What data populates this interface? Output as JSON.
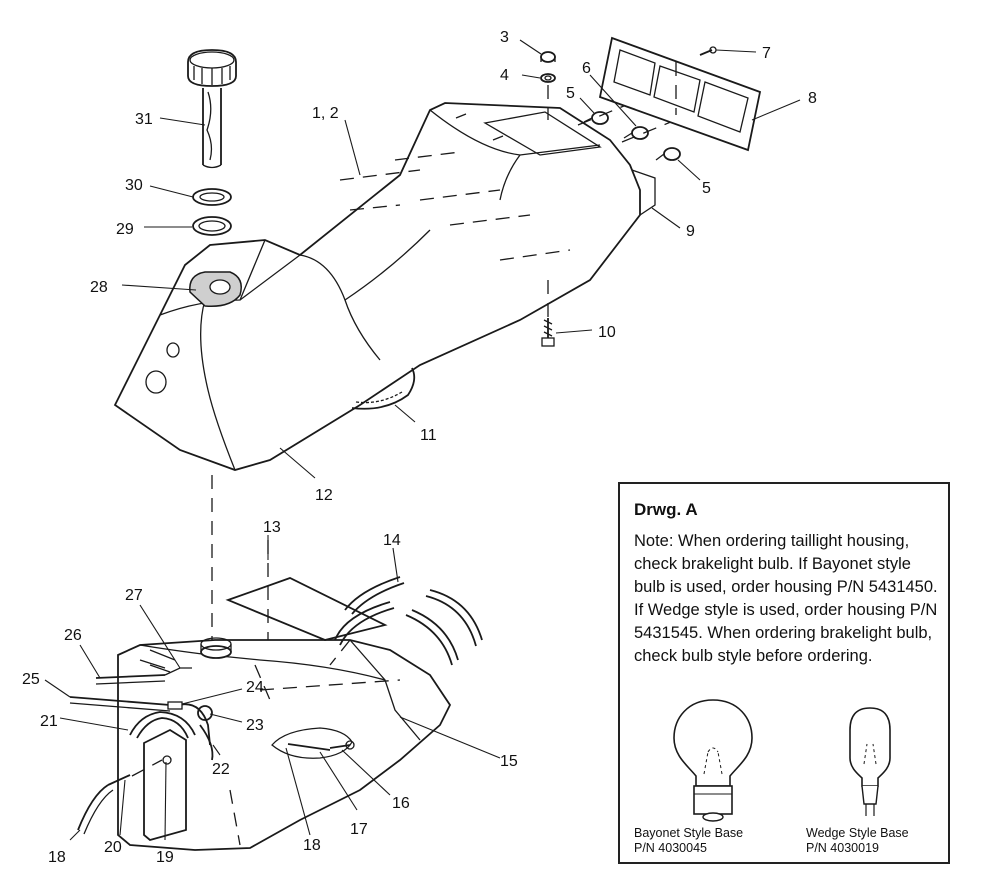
{
  "diagram": {
    "callouts": [
      "1, 2",
      "3",
      "4",
      "5",
      "5",
      "6",
      "7",
      "8",
      "9",
      "10",
      "11",
      "12",
      "13",
      "14",
      "15",
      "16",
      "17",
      "18",
      "18",
      "19",
      "20",
      "21",
      "22",
      "23",
      "24",
      "25",
      "26",
      "27",
      "28",
      "29",
      "30",
      "31"
    ]
  },
  "note": {
    "title": "Drwg. A",
    "body": "Note: When ordering taillight housing, check brakelight bulb.  If Bayonet style bulb is  used, order housing P/N 5431450.  If Wedge style is used, order housing P/N 5431545.  When ordering brakelight bulb, check bulb style before ordering.",
    "bayonet_caption": "Bayonet Style Base\nP/N 4030045",
    "wedge_caption": "Wedge Style Base\nP/N 4030019"
  }
}
